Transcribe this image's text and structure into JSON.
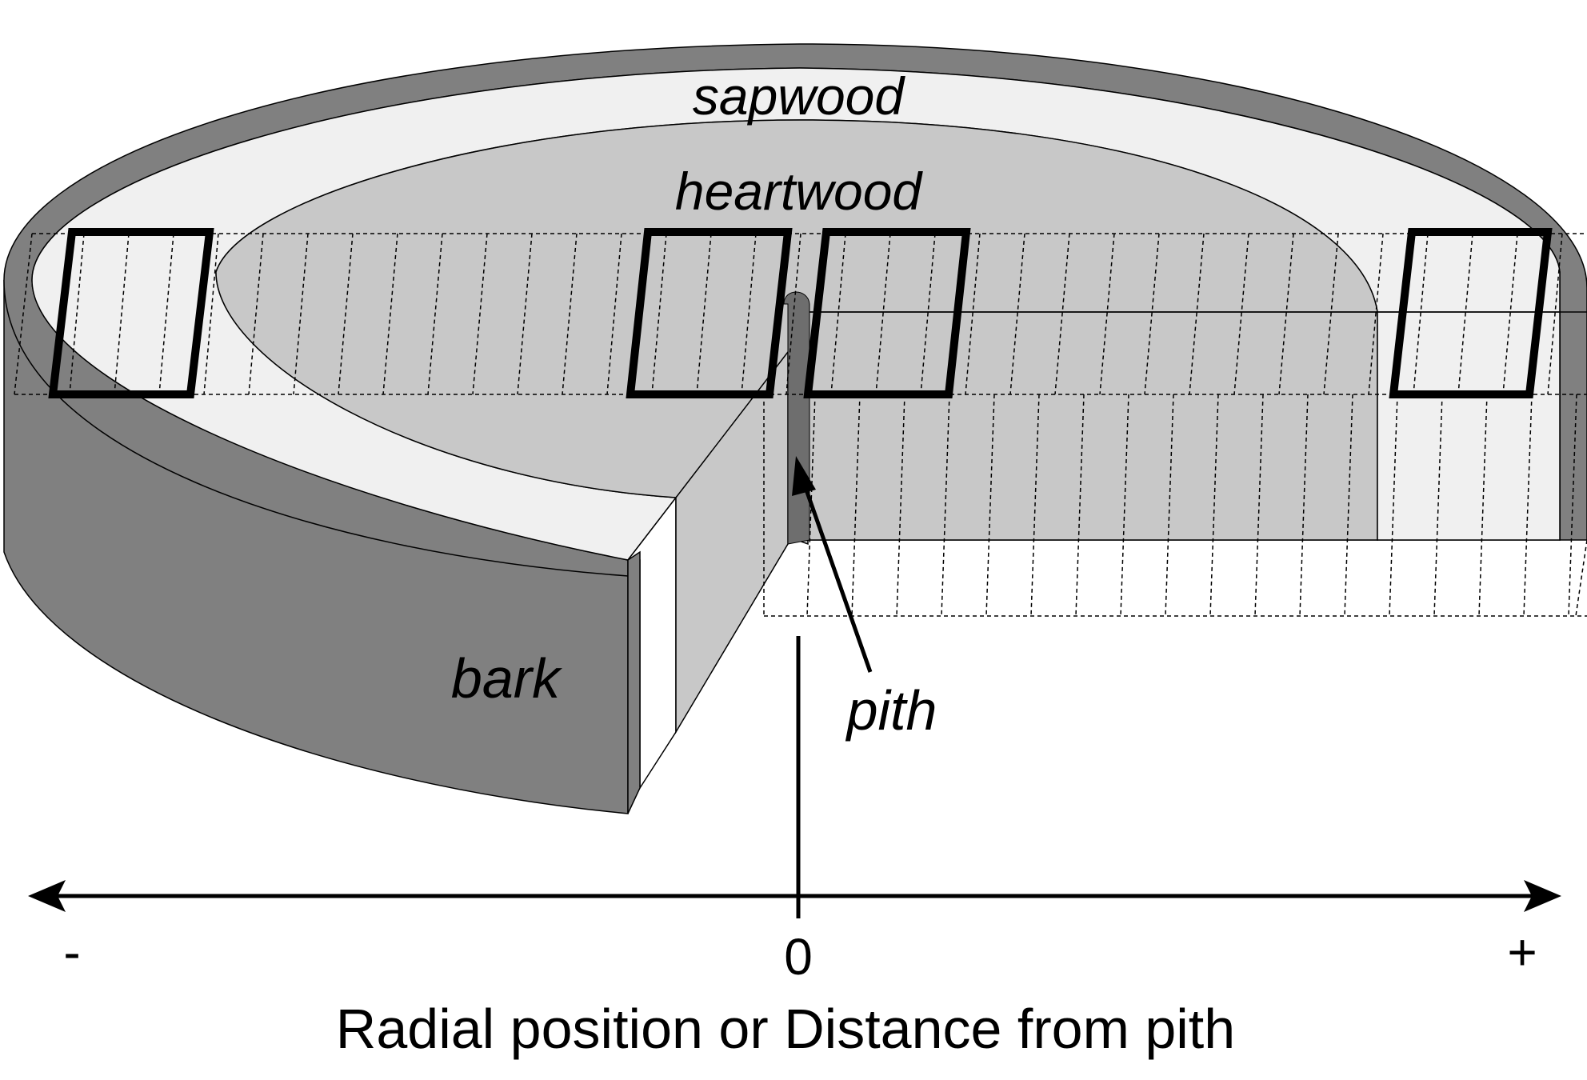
{
  "labels": {
    "sapwood": "sapwood",
    "heartwood": "heartwood",
    "bark": "bark",
    "pith": "pith"
  },
  "axis": {
    "minus": "-",
    "zero": "0",
    "plus": "+",
    "title": "Radial position or Distance from pith"
  },
  "colors": {
    "bark": "#808080",
    "sapwood": "#f0f0f0",
    "heartwood": "#c8c8c8",
    "pith": "#6e6e6e",
    "outline": "#000000"
  }
}
